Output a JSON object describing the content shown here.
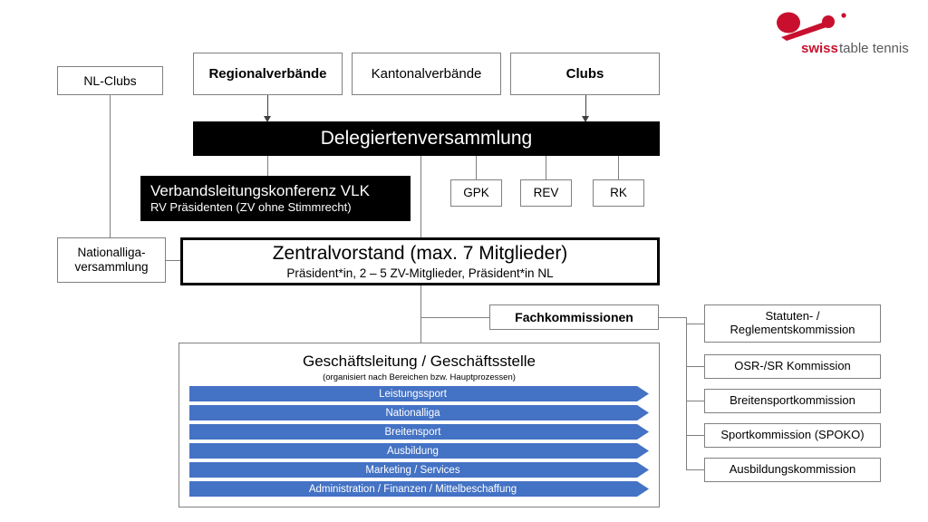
{
  "logo": {
    "wordmark_bold": "swiss",
    "wordmark_light": "table tennis",
    "brand_color": "#C8102E"
  },
  "theme": {
    "line_color": "#7F7F7F",
    "box_border": "#808080",
    "black_fill": "#000000",
    "chevron_blue": "#4472C4",
    "background": "#FFFFFF"
  },
  "nodes": {
    "nl_clubs": {
      "label": "NL-Clubs"
    },
    "regionalverbaende": {
      "label": "Regionalverbände"
    },
    "kantonalverbaende": {
      "label": "Kantonalverbände"
    },
    "clubs": {
      "label": "Clubs"
    },
    "delegiertenversammlung": {
      "label": "Delegiertenversammlung"
    },
    "vlk": {
      "title": "Verbandsleitungskonferenz VLK",
      "subtitle": "RV Präsidenten (ZV ohne Stimmrecht)"
    },
    "gpk": {
      "label": "GPK"
    },
    "rev": {
      "label": "REV"
    },
    "rk": {
      "label": "RK"
    },
    "nationalligaversammlung": {
      "line1": "Nationalliga-",
      "line2": "versammlung"
    },
    "zentralvorstand": {
      "title": "Zentralvorstand (max. 7 Mitglieder)",
      "subtitle": "Präsident*in, 2 – 5 ZV-Mitglieder, Präsident*in NL"
    },
    "fachkommissionen": {
      "label": "Fachkommissionen"
    },
    "geschaeftsleitung": {
      "title": "Geschäftsleitung / Geschäftsstelle",
      "subtitle": "(organisiert nach Bereichen bzw. Hauptprozessen)"
    }
  },
  "processes": [
    {
      "label": "Leistungssport"
    },
    {
      "label": "Nationalliga"
    },
    {
      "label": "Breitensport"
    },
    {
      "label": "Ausbildung"
    },
    {
      "label": "Marketing / Services"
    },
    {
      "label": "Administration / Finanzen / Mittelbeschaffung"
    }
  ],
  "kommissionen": [
    {
      "line1": "Statuten- /",
      "line2": "Reglementskommission"
    },
    {
      "line1": "OSR-/SR Kommission",
      "line2": ""
    },
    {
      "line1": "Breitensportkommission",
      "line2": ""
    },
    {
      "line1": "Sportkommission (SPOKO)",
      "line2": ""
    },
    {
      "line1": "Ausbildungskommission",
      "line2": ""
    }
  ]
}
